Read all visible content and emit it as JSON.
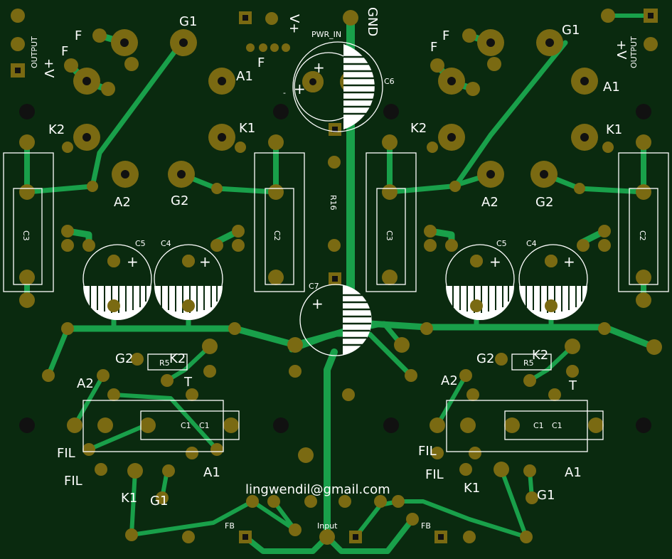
{
  "board": {
    "background": "#0a2a0f",
    "trace_color": "#19a04a",
    "pad_color": "#7a6a12",
    "silk_color": "#ffffff"
  },
  "labels": {
    "g1": "G1",
    "g2": "G2",
    "a1": "A1",
    "a2": "A2",
    "k1": "K1",
    "k2": "K2",
    "f": "F",
    "fil": "FIL",
    "t": "T",
    "gnd": "GND",
    "pwr_in": "PWR_IN",
    "vplus": "V+",
    "output": "OUTPUT",
    "output_v": "+V",
    "c1": "C1",
    "c2_sym": "C2",
    "c3_sym": "C3",
    "c4": "C4",
    "c5": "C5",
    "c6": "C6",
    "c7": "C7",
    "r5": "R5",
    "r16": "R16",
    "fb": "FB",
    "input": "Input",
    "email": "lingwendil@gmail.com",
    "plus": "+",
    "minus": "-"
  }
}
